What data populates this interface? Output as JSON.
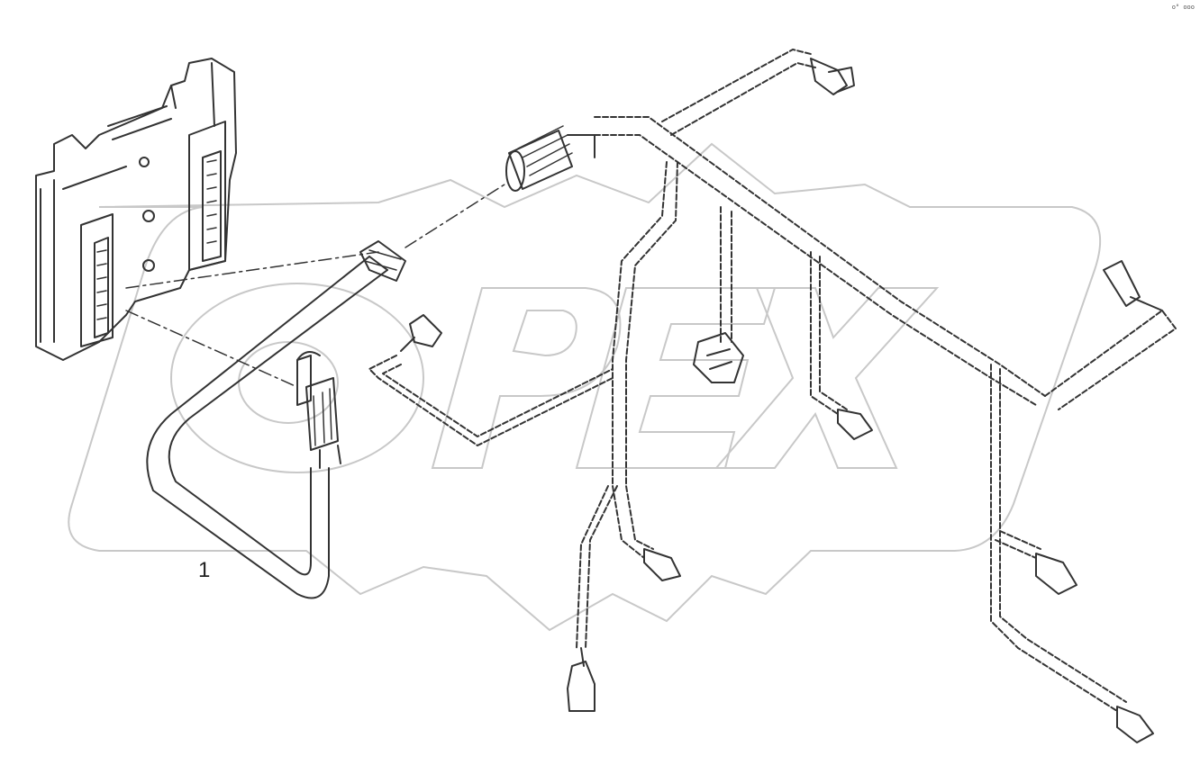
{
  "diagram": {
    "callout_number": "1",
    "watermark_text": "OPEX",
    "corner_code": "o° ooo",
    "colors": {
      "line": "#333333",
      "watermark": "#c8c8c8",
      "background": "#ffffff"
    }
  }
}
